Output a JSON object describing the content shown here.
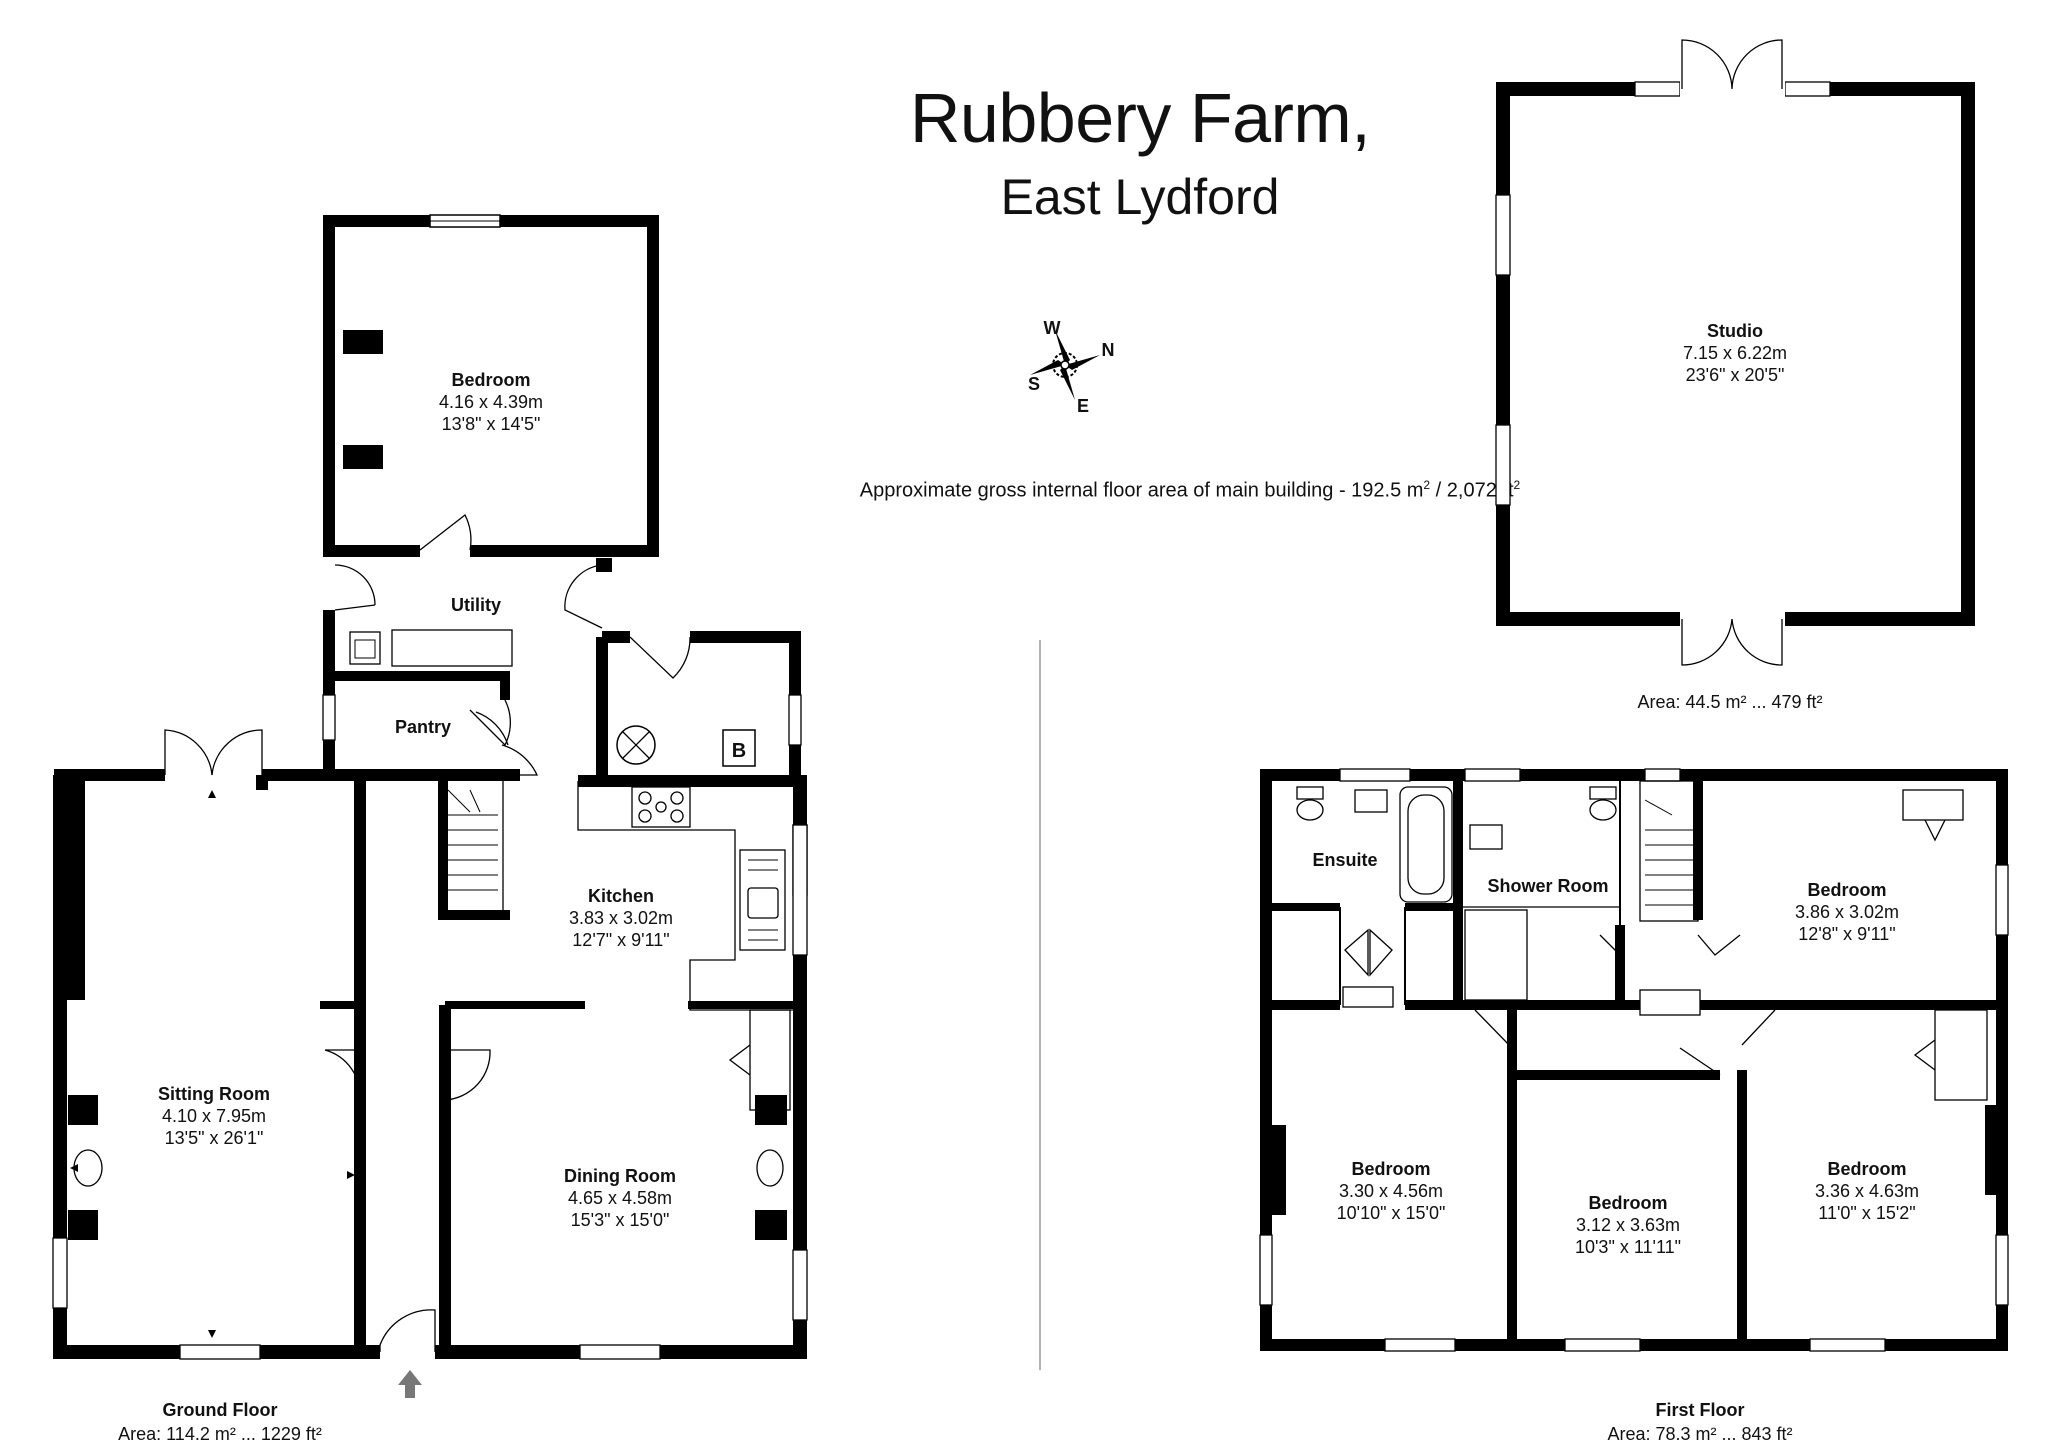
{
  "header": {
    "title": "Rubbery Farm,",
    "subtitle": "East Lydford",
    "gross_area": {
      "text": "Approximate gross internal floor area of main building  -  192.5 m",
      "mid": " /  2,072 ft",
      "sup": "2"
    }
  },
  "compass": {
    "w": "W",
    "n": "N",
    "s": "S",
    "e": "E"
  },
  "rooms": {
    "annex_bedroom": {
      "name": "Bedroom",
      "metric": "4.16 x 4.39m",
      "imperial": "13'8\" x 14'5\""
    },
    "utility": {
      "name": "Utility"
    },
    "pantry": {
      "name": "Pantry"
    },
    "boiler": {
      "label": "B"
    },
    "kitchen": {
      "name": "Kitchen",
      "metric": "3.83 x 3.02m",
      "imperial": "12'7\" x 9'11\""
    },
    "sitting_room": {
      "name": "Sitting Room",
      "metric": "4.10 x 7.95m",
      "imperial": "13'5\" x 26'1\""
    },
    "dining_room": {
      "name": "Dining Room",
      "metric": "4.65 x 4.58m",
      "imperial": "15'3\" x 15'0\""
    },
    "studio": {
      "name": "Studio",
      "metric": "7.15 x 6.22m",
      "imperial": "23'6\" x 20'5\""
    },
    "ensuite": {
      "name": "Ensuite"
    },
    "shower_room": {
      "name": "Shower Room"
    },
    "ff_bedroom_1": {
      "name": "Bedroom",
      "metric": "3.86 x 3.02m",
      "imperial": "12'8\" x 9'11\""
    },
    "ff_bedroom_2": {
      "name": "Bedroom",
      "metric": "3.30 x 4.56m",
      "imperial": "10'10\" x 15'0\""
    },
    "ff_bedroom_3": {
      "name": "Bedroom",
      "metric": "3.12 x 3.63m",
      "imperial": "10'3\" x 11'11\""
    },
    "ff_bedroom_4": {
      "name": "Bedroom",
      "metric": "3.36 x 4.63m",
      "imperial": "11'0\" x 15'2\""
    }
  },
  "captions": {
    "studio_area": "Area: 44.5 m² ... 479 ft²",
    "ground_floor": {
      "name": "Ground Floor",
      "area": "Area: 114.2 m² ... 1229 ft²"
    },
    "first_floor": {
      "name": "First Floor",
      "area": "Area: 78.3 m² ... 843 ft²"
    }
  },
  "icons": [
    "compass-rose-icon",
    "entrance-arrow-icon",
    "hob-icon",
    "sink-icon",
    "toilet-icon",
    "bath-icon",
    "boiler-icon"
  ]
}
